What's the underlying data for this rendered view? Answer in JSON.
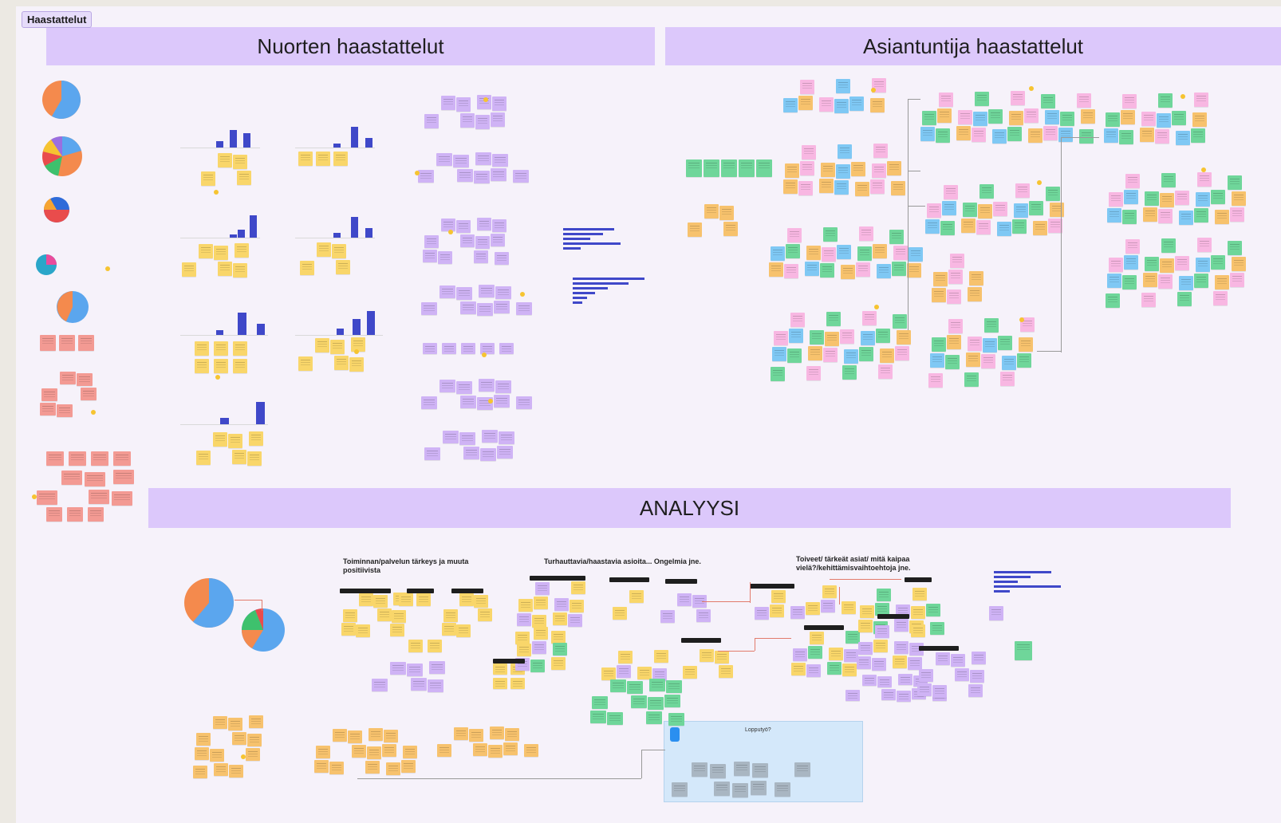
{
  "frame_label": "Haastattelut",
  "sections": {
    "nuorten": "Nuorten haastattelut",
    "asiantuntija": "Asiantuntija haastattelut",
    "analyysi": "ANALYYSI"
  },
  "analysis_headings": {
    "importance": "Toiminnan/palvelun tärkeys ja muuta positiivista",
    "frustrations": "Turhauttavia/haastavia asioita... Ongelmia jne.",
    "wishes": "Toiveet/ tärkeät asiat/ mitä kaipaa vielä?/kehittämisvaihtoehtoja jne."
  },
  "result_label": "Lopputyö?",
  "colors": {
    "band": "#dcc8fb",
    "yellow_note": "#f9d66a",
    "orange_note": "#f7c26d",
    "purple_note": "#cfb3f5",
    "pink_note": "#f8b7e2",
    "blue_note": "#7fc8f4",
    "green_note": "#6fd69a",
    "red_note": "#f39a93",
    "bar": "#3f48c9"
  }
}
